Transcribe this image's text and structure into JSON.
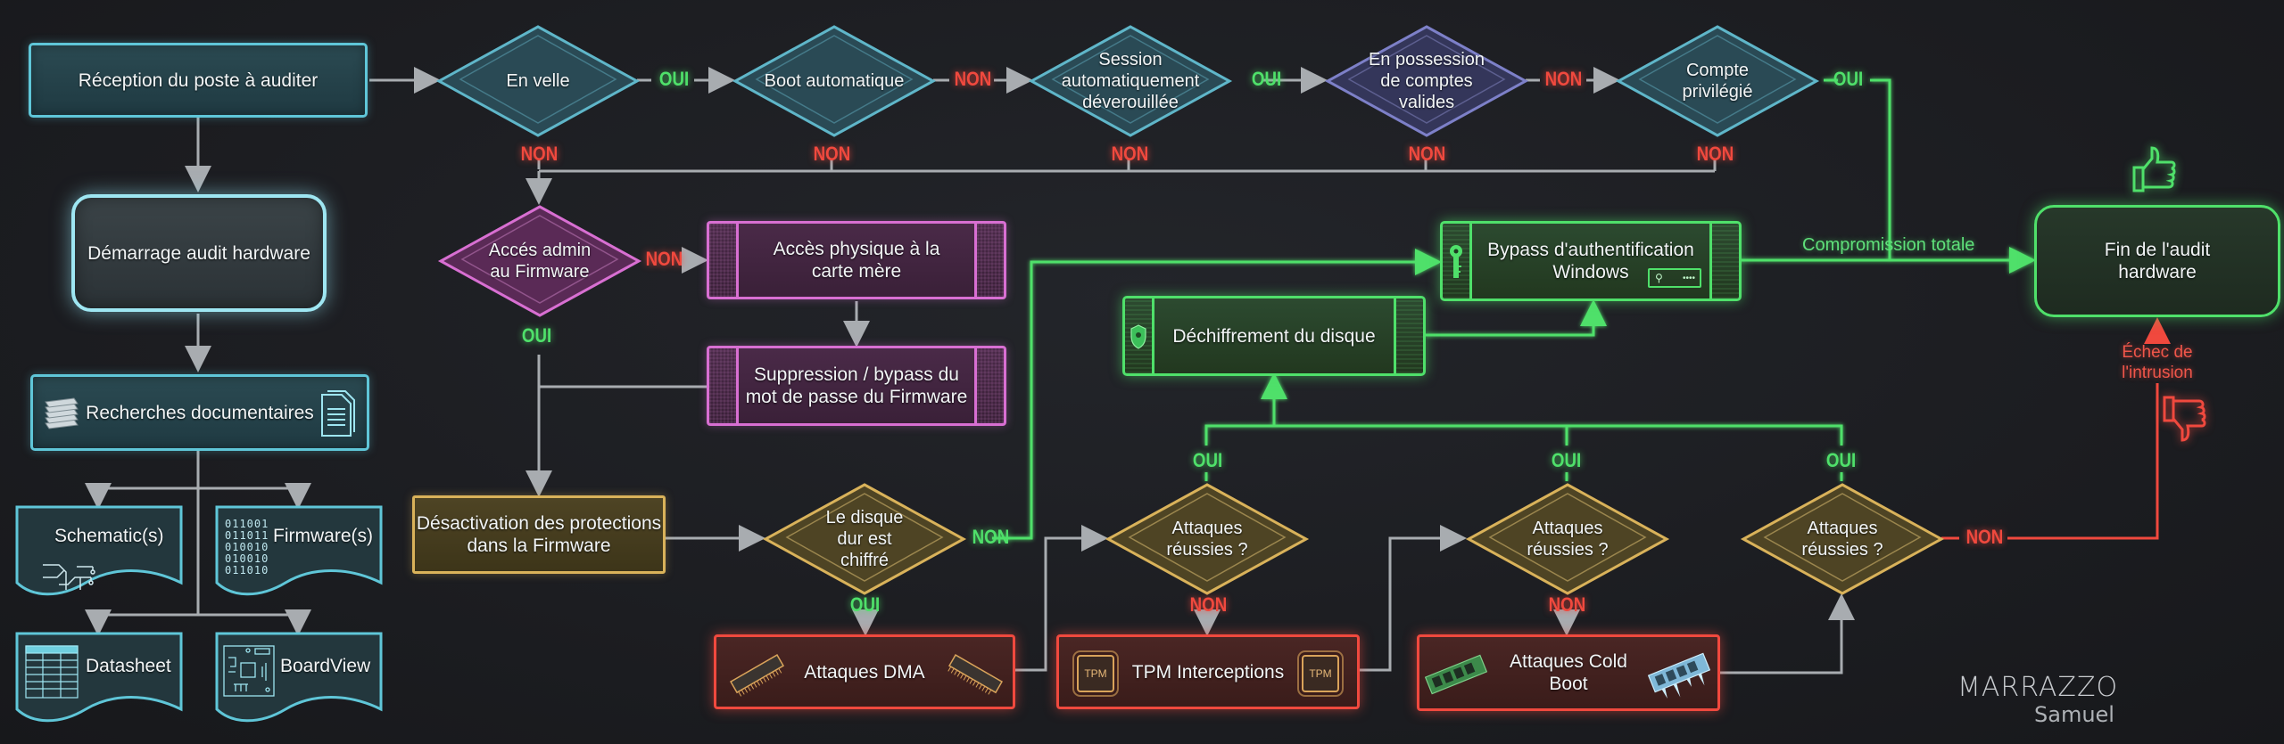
{
  "colors": {
    "background": "#1c1d21",
    "teal": "#5fc6d8",
    "magenta": "#d86fd2",
    "gold": "#d9b25a",
    "green": "#4fe06a",
    "red": "#f0493e",
    "connector_grey": "#a8acb0"
  },
  "branch_labels": {
    "yes": "OUI",
    "no": "NON"
  },
  "nodes": {
    "reception": "Réception du poste à auditer",
    "demarrage": "Démarrage audit hardware",
    "recherches": "Recherches documentaires",
    "schematics": "Schematic(s)",
    "firmwares": "Firmware(s)",
    "firmware_binary": "011001\n011011\n010010\n010010\n011010",
    "datasheet": "Datasheet",
    "boardview": "BoardView",
    "en_veille": "En velle",
    "boot_auto": "Boot automatique",
    "session_auto": "Session automatiquement déverouillée",
    "comptes_valides": "En possession de comptes valides",
    "compte_privilegie": "Compte privilégié",
    "acces_admin_fw": "Accés admin au Firmware",
    "acces_physique": "Accès physique à la carte mère",
    "suppression_mdp": "Suppression / bypass du mot de passe du Firmware",
    "desactivation": "Désactivation des protections dans la Firmware",
    "disque_chiffre": "Le disque dur est chiffré",
    "attaques_dma": "Attaques DMA",
    "attaques_reussies_1": "Attaques réussies ?",
    "tpm_interceptions": "TPM Interceptions",
    "tpm_chip_label": "TPM",
    "attaques_reussies_2": "Attaques réussies ?",
    "cold_boot": "Attaques Cold Boot",
    "attaques_reussies_3": "Attaques réussies ?",
    "dechiffrement": "Déchiffrement du disque",
    "bypass_auth": "Bypass d'authentification Windows",
    "password_field_mask": "••••",
    "fin_audit": "Fin de l'audit hardware"
  },
  "edge_labels": {
    "compromission": "Compromission totale",
    "echec": "Échec de l'intrusion"
  },
  "icons": {
    "thumbs_up": "thumbs-up-icon",
    "thumbs_down": "thumbs-down-icon",
    "key": "key-icon",
    "shield": "shield-icon",
    "document_stack": "document-stack-icon",
    "document": "document-icon",
    "circuit": "circuit-icon",
    "table": "table-icon",
    "pcb": "pcb-icon",
    "dma_card": "pci-card-icon",
    "tpm_chip": "tpm-chip-icon",
    "ram_stick": "ram-stick-icon",
    "frozen_ram": "frozen-ram-icon"
  },
  "credit": {
    "last_name": "MARRAZZO",
    "first_name": "Samuel"
  }
}
